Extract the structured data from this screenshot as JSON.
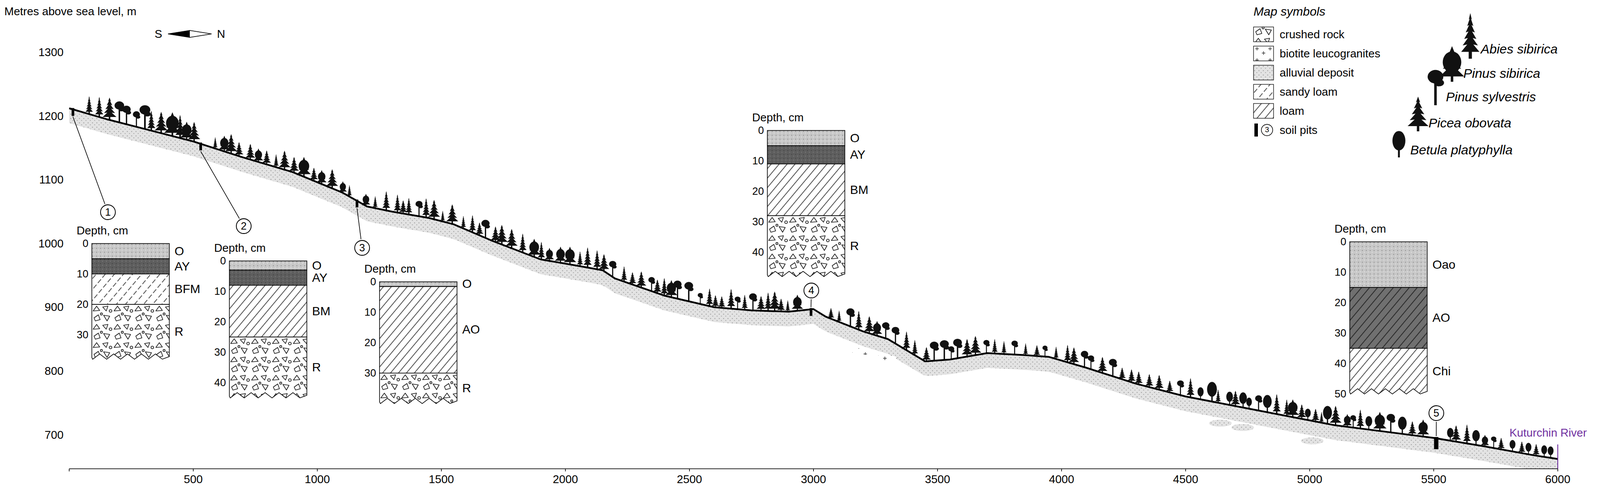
{
  "diagram": {
    "nodes": [
      {
        "text": [
          "1"
        ]
      },
      {
        "text": [
          "Depth, cm"
        ]
      },
      {
        "text": [
          "O"
        ],
        "in": 1
      },
      {
        "text": [
          "AY"
        ],
        "in": 1
      },
      {
        "text": [
          "BFM"
        ],
        "in": 1
      },
      {
        "text": [
          "R"
        ],
        "in": 1
      },
      {
        "text": [
          "2"
        ]
      },
      {
        "text": [
          "Depth, cm"
        ]
      },
      {
        "text": [
          "O"
        ],
        "in": 7
      },
      {
        "text": [
          "AY"
        ],
        "in": 7
      },
      {
        "text": [
          "BM"
        ],
        "in": 7
      },
      {
        "text": [
          "R"
        ],
        "in": 7
      },
      {
        "text": [
          "3"
        ]
      },
      {
        "text": [
          "Depth, cm"
        ]
      },
      {
        "text": [
          "O"
        ],
        "in": 13
      },
      {
        "text": [
          "AO"
        ],
        "in": 13
      },
      {
        "text": [
          "R"
        ],
        "in": 13
      },
      {
        "text": [
          "Depth, cm"
        ]
      },
      {
        "text": [
          "O"
        ],
        "in": 17
      },
      {
        "text": [
          "AY"
        ],
        "in": 17
      },
      {
        "text": [
          "BM"
        ],
        "in": 17
      },
      {
        "text": [
          "R"
        ],
        "in": 17
      },
      {
        "text": [
          "4"
        ]
      },
      {
        "text": [
          "Depth, cm"
        ]
      },
      {
        "text": [
          "Oao"
        ],
        "in": 23
      },
      {
        "text": [
          "AO"
        ],
        "in": 23
      },
      {
        "text": [
          "Chi"
        ],
        "in": 23
      },
      {
        "text": [
          "5"
        ]
      }
    ],
    "labels": [
      "Metres above sea level, m",
      "S",
      "N",
      "1300",
      "1200",
      "1100",
      "1000",
      "900",
      "800",
      "700",
      "500",
      "1000",
      "1500",
      "2000",
      "2500",
      "3000",
      "3500",
      "4000",
      "4500",
      "5000",
      "5500",
      "6000",
      "0",
      "10",
      "20",
      "30",
      "0",
      "10",
      "20",
      "30",
      "40",
      "0",
      "10",
      "20",
      "30",
      "0",
      "10",
      "20",
      "30",
      "40",
      "0",
      "10",
      "20",
      "30",
      "40",
      "50",
      "Map symbols",
      "3",
      "Kuturchin River"
    ],
    "legend": [
      {
        "text": "crushed rock"
      },
      {
        "text": "biotite leucogranites"
      },
      {
        "text": "alluvial deposit"
      },
      {
        "text": "sandy loam"
      },
      {
        "text": "loam"
      },
      {
        "text": "soil pits"
      },
      {
        "text": "Abies sibirica"
      },
      {
        "text": "Pinus sibirica"
      },
      {
        "text": "Pinus sylvestris"
      },
      {
        "text": "Picea obovata"
      },
      {
        "text": "Betula platyphylla"
      }
    ]
  }
}
